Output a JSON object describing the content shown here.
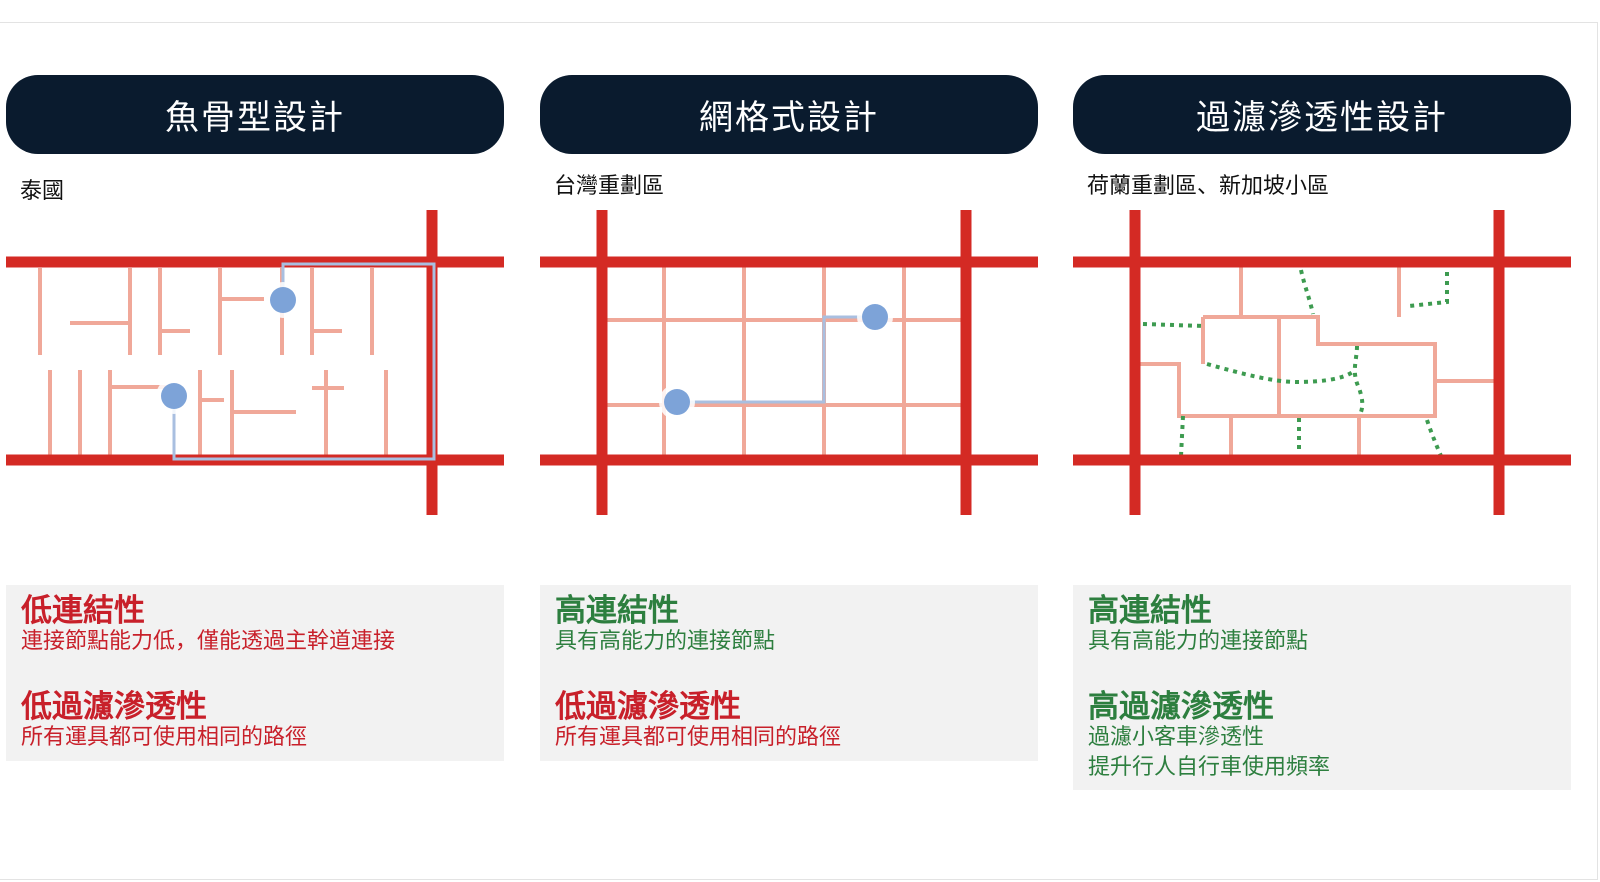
{
  "panels": [
    {
      "title": "魚骨型設計",
      "location": "泰國",
      "connectivity": {
        "heading": "低連結性",
        "desc": [
          "連接節點能力低，僅能透過主幹道連接"
        ],
        "level": "low"
      },
      "permeability": {
        "heading": "低過濾滲透性",
        "desc": [
          "所有運具都可使用相同的路徑"
        ],
        "level": "low"
      }
    },
    {
      "title": "網格式設計",
      "location": "台灣重劃區",
      "connectivity": {
        "heading": "高連結性",
        "desc": [
          "具有高能力的連接節點"
        ],
        "level": "high"
      },
      "permeability": {
        "heading": "低過濾滲透性",
        "desc": [
          "所有運具都可使用相同的路徑"
        ],
        "level": "low"
      }
    },
    {
      "title": "過濾滲透性設計",
      "location": "荷蘭重劃區、新加坡小區",
      "connectivity": {
        "heading": "高連結性",
        "desc": [
          "具有高能力的連接節點"
        ],
        "level": "high"
      },
      "permeability": {
        "heading": "高過濾滲透性",
        "desc": [
          "過濾小客車滲透性",
          "提升行人自行車使用頻率"
        ],
        "level": "high"
      }
    }
  ],
  "colors": {
    "title_bg": "#0a1b2e",
    "main_road": "#d42a24",
    "local_street": "#f0a899",
    "route": "#a9bfe0",
    "node": "#7da3d8",
    "path_green": "#3d9b50",
    "low": "#c8202a",
    "high": "#2d7f3f",
    "box_bg": "#f2f2f2"
  }
}
